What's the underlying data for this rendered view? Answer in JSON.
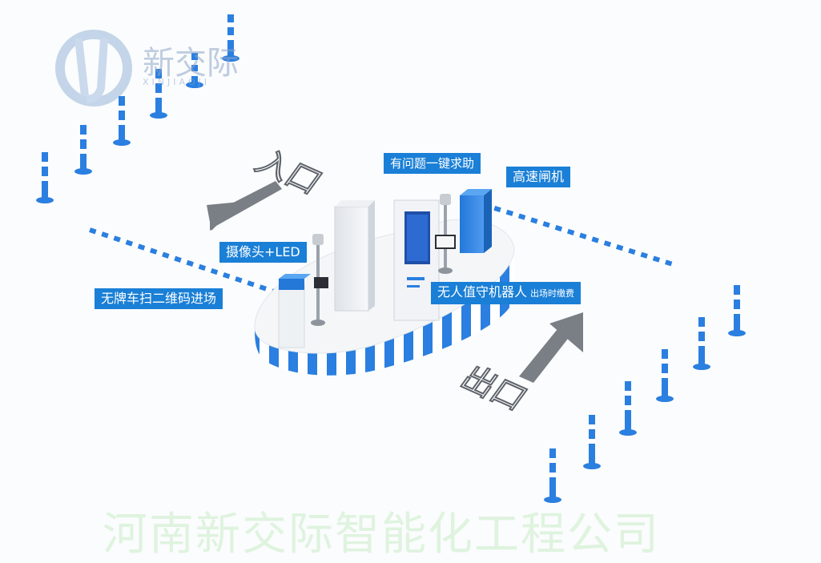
{
  "brand": {
    "logo_text": "新交际",
    "logo_sub": "XINJIAOJI",
    "watermark": "河南新交际智能化工程公司"
  },
  "floor": {
    "entry_marking": "入口",
    "exit_marking": "出口"
  },
  "callouts": {
    "help_button": "有问题一键求助",
    "high_speed_gate": "高速闸机",
    "camera_led": "摄像头+LED",
    "no_plate_entry": "无牌车扫二维码进场",
    "robot_main": "无人值守机器人",
    "robot_sub": "出场时缴费"
  },
  "colors": {
    "accent_blue": "#1a7fd6",
    "stripe_blue": "#2a7fe0",
    "arrow_gray": "#7a7f86",
    "island_white": "#f4f6f8"
  }
}
